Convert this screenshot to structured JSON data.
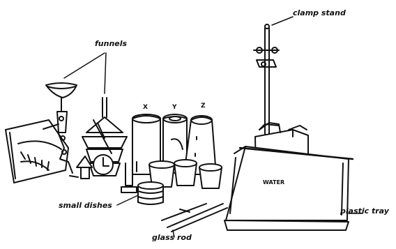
{
  "labels": {
    "funnels": "funnels",
    "clamp_stand": "clamp stand",
    "small_dishes": "small dishes",
    "glass_rod": "glass rod",
    "plastic_tray": "plastic tray",
    "water": "WATER",
    "bottle_x": "X",
    "bottle_y": "Y",
    "bottle_z": "Z"
  }
}
